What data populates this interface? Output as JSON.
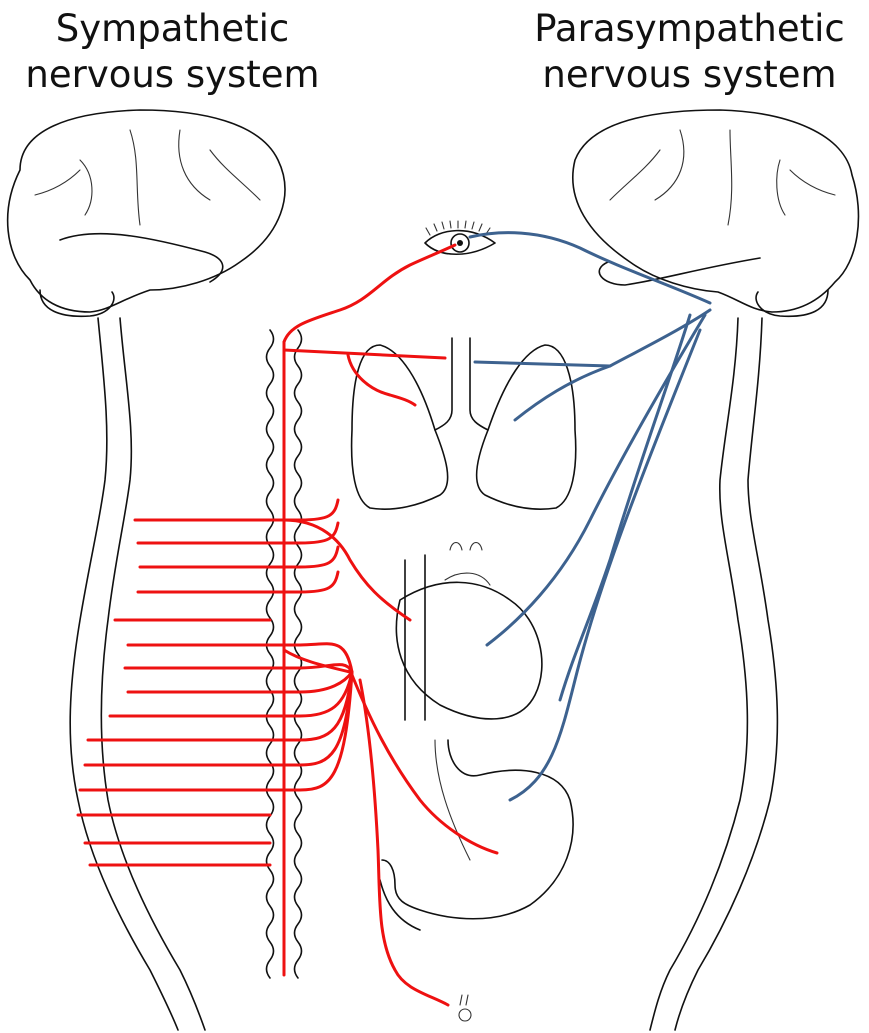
{
  "titles": {
    "sympathetic": [
      "Sympathetic",
      "nervous system"
    ],
    "parasympathetic": [
      "Parasympathetic",
      "nervous system"
    ]
  },
  "colors": {
    "sympathetic": "#ee1111",
    "parasympathetic": "#3d628f",
    "outline": "#111111"
  }
}
